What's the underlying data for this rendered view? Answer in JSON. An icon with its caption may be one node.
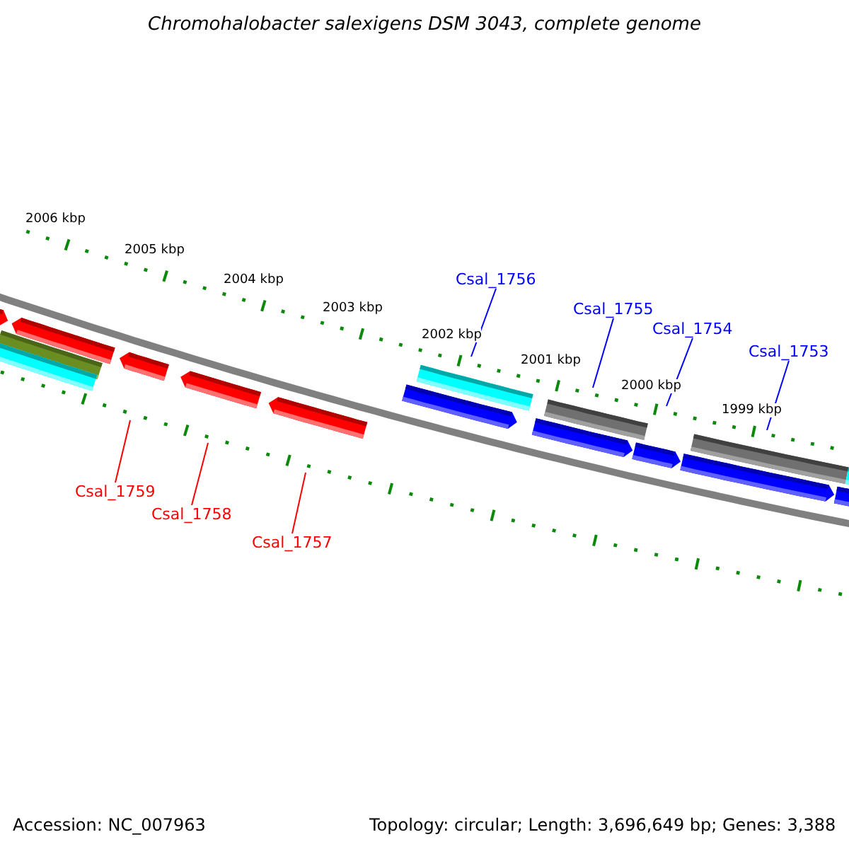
{
  "diagram": {
    "title": "Chromohalobacter salexigens DSM 3043, complete genome",
    "nodes": [
      {
        "text": [
          "Csal_1756"
        ]
      },
      {
        "text": [
          "Csal_1755"
        ]
      },
      {
        "text": [
          "Csal_1754"
        ]
      },
      {
        "text": [
          "Csal_1753"
        ]
      },
      {
        "text": [
          "Csal_1759"
        ]
      },
      {
        "text": [
          "Csal_1758"
        ]
      },
      {
        "text": [
          "Csal_1757"
        ]
      }
    ],
    "edges": [
      {
        "from": 0,
        "to": null,
        "arrow": "none"
      },
      {
        "from": 1,
        "to": null,
        "arrow": "none"
      },
      {
        "from": 2,
        "to": null,
        "arrow": "none"
      },
      {
        "from": 3,
        "to": null,
        "arrow": "none"
      },
      {
        "from": 4,
        "to": null,
        "arrow": "none",
        "color": "#ff0000"
      },
      {
        "from": 5,
        "to": null,
        "arrow": "none",
        "color": "#ff0000"
      },
      {
        "from": 6,
        "to": null,
        "arrow": "none",
        "color": "#ff0000"
      }
    ],
    "labels": [
      "2006 kbp",
      "2005 kbp",
      "2004 kbp",
      "2003 kbp",
      "2002 kbp",
      "2001 kbp",
      "2000 kbp",
      "1999 kbp",
      "Accession: NC_007963",
      "Topology: circular; Length: 3,696,649 bp; Genes: 3,388"
    ]
  }
}
